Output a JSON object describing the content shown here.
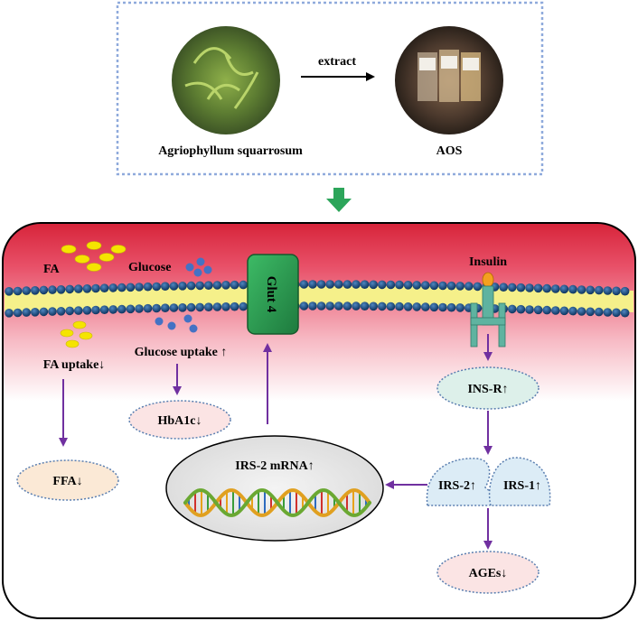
{
  "top_box": {
    "plant_label": "Agriophyllum squarrosum",
    "extract_label": "extract",
    "product_label": "AOS"
  },
  "cell": {
    "fa_label": "FA",
    "glucose_label": "Glucose",
    "insulin_label": "Insulin",
    "glut4_label": "Glut 4",
    "fa_uptake_label": "FA uptake↓",
    "glucose_uptake_label": "Glucose uptake ↑",
    "hba1c_label": "HbA1c↓",
    "ffa_label": "FFA↓",
    "ins_r_label": "INS-R↑",
    "irs2_label": "IRS-2↑",
    "irs1_label": "IRS-1↑",
    "irs2_mrna_label": "IRS-2 mRNA↑",
    "ages_label": "AGEs↓"
  },
  "colors": {
    "arrow_purple": "#7030a0",
    "membrane_blue": "#1f4e79",
    "membrane_yellow": "#f5f08a",
    "glut4_green": "#2e9e52",
    "receptor_teal": "#5fb3a0",
    "down_arrow_green": "#2ca55a",
    "fa_yellow": "#f5e400",
    "glucose_blue": "#4472c4"
  }
}
